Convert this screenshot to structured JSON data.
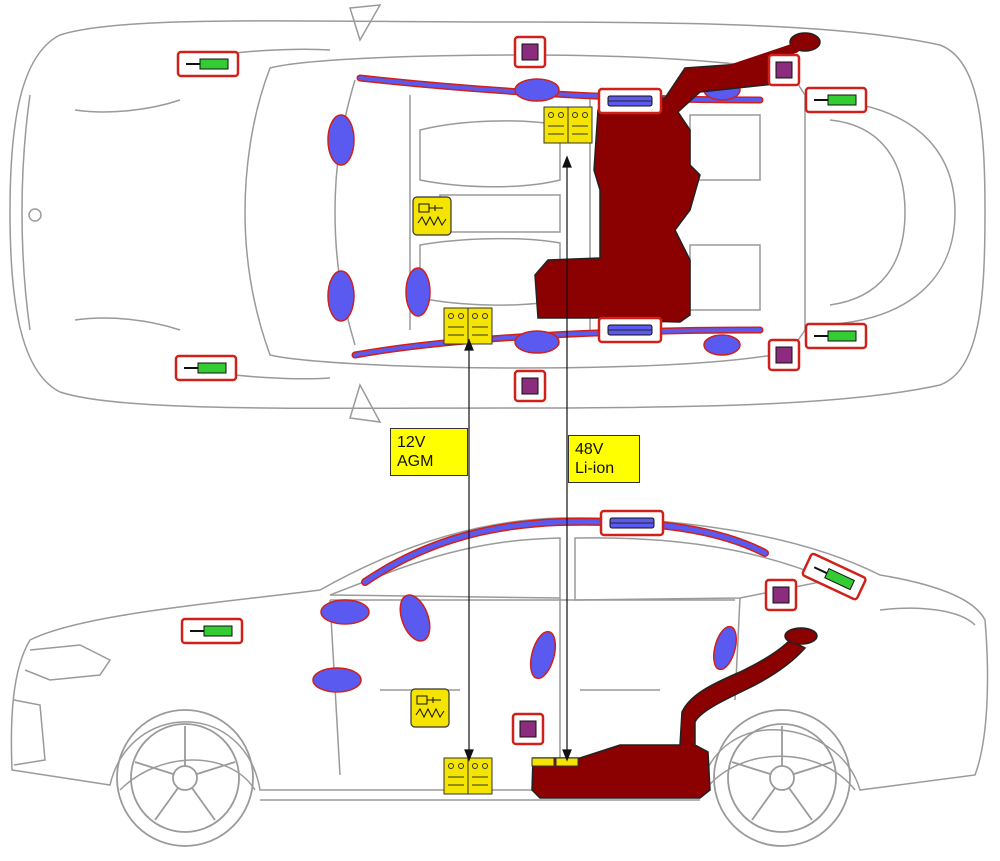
{
  "labels": {
    "battery_12v": {
      "line1": "12V",
      "line2": "AGM"
    },
    "battery_48v": {
      "line1": "48V",
      "line2": "Li-ion"
    }
  },
  "colors": {
    "outline": "#9a9a9a",
    "airbag": "#5a5af0",
    "airbag_edge": "#d0201a",
    "fuel": "#8b0000",
    "battery": "#f5e400",
    "sensor": "#8b2c7e",
    "highlight": "#d0201a",
    "gas_spring": "#33cc33"
  },
  "icons": {
    "airbag": "airbag-icon",
    "curtain_airbag": "curtain-airbag-icon",
    "fuel_tank": "fuel-tank-icon",
    "battery": "battery-icon",
    "crash_sensor": "crash-sensor-icon",
    "gas_spring": "gas-spring-icon",
    "seatbelt_pretensioner": "pretensioner-icon",
    "airbag_control_unit": "airbag-control-unit-icon"
  }
}
